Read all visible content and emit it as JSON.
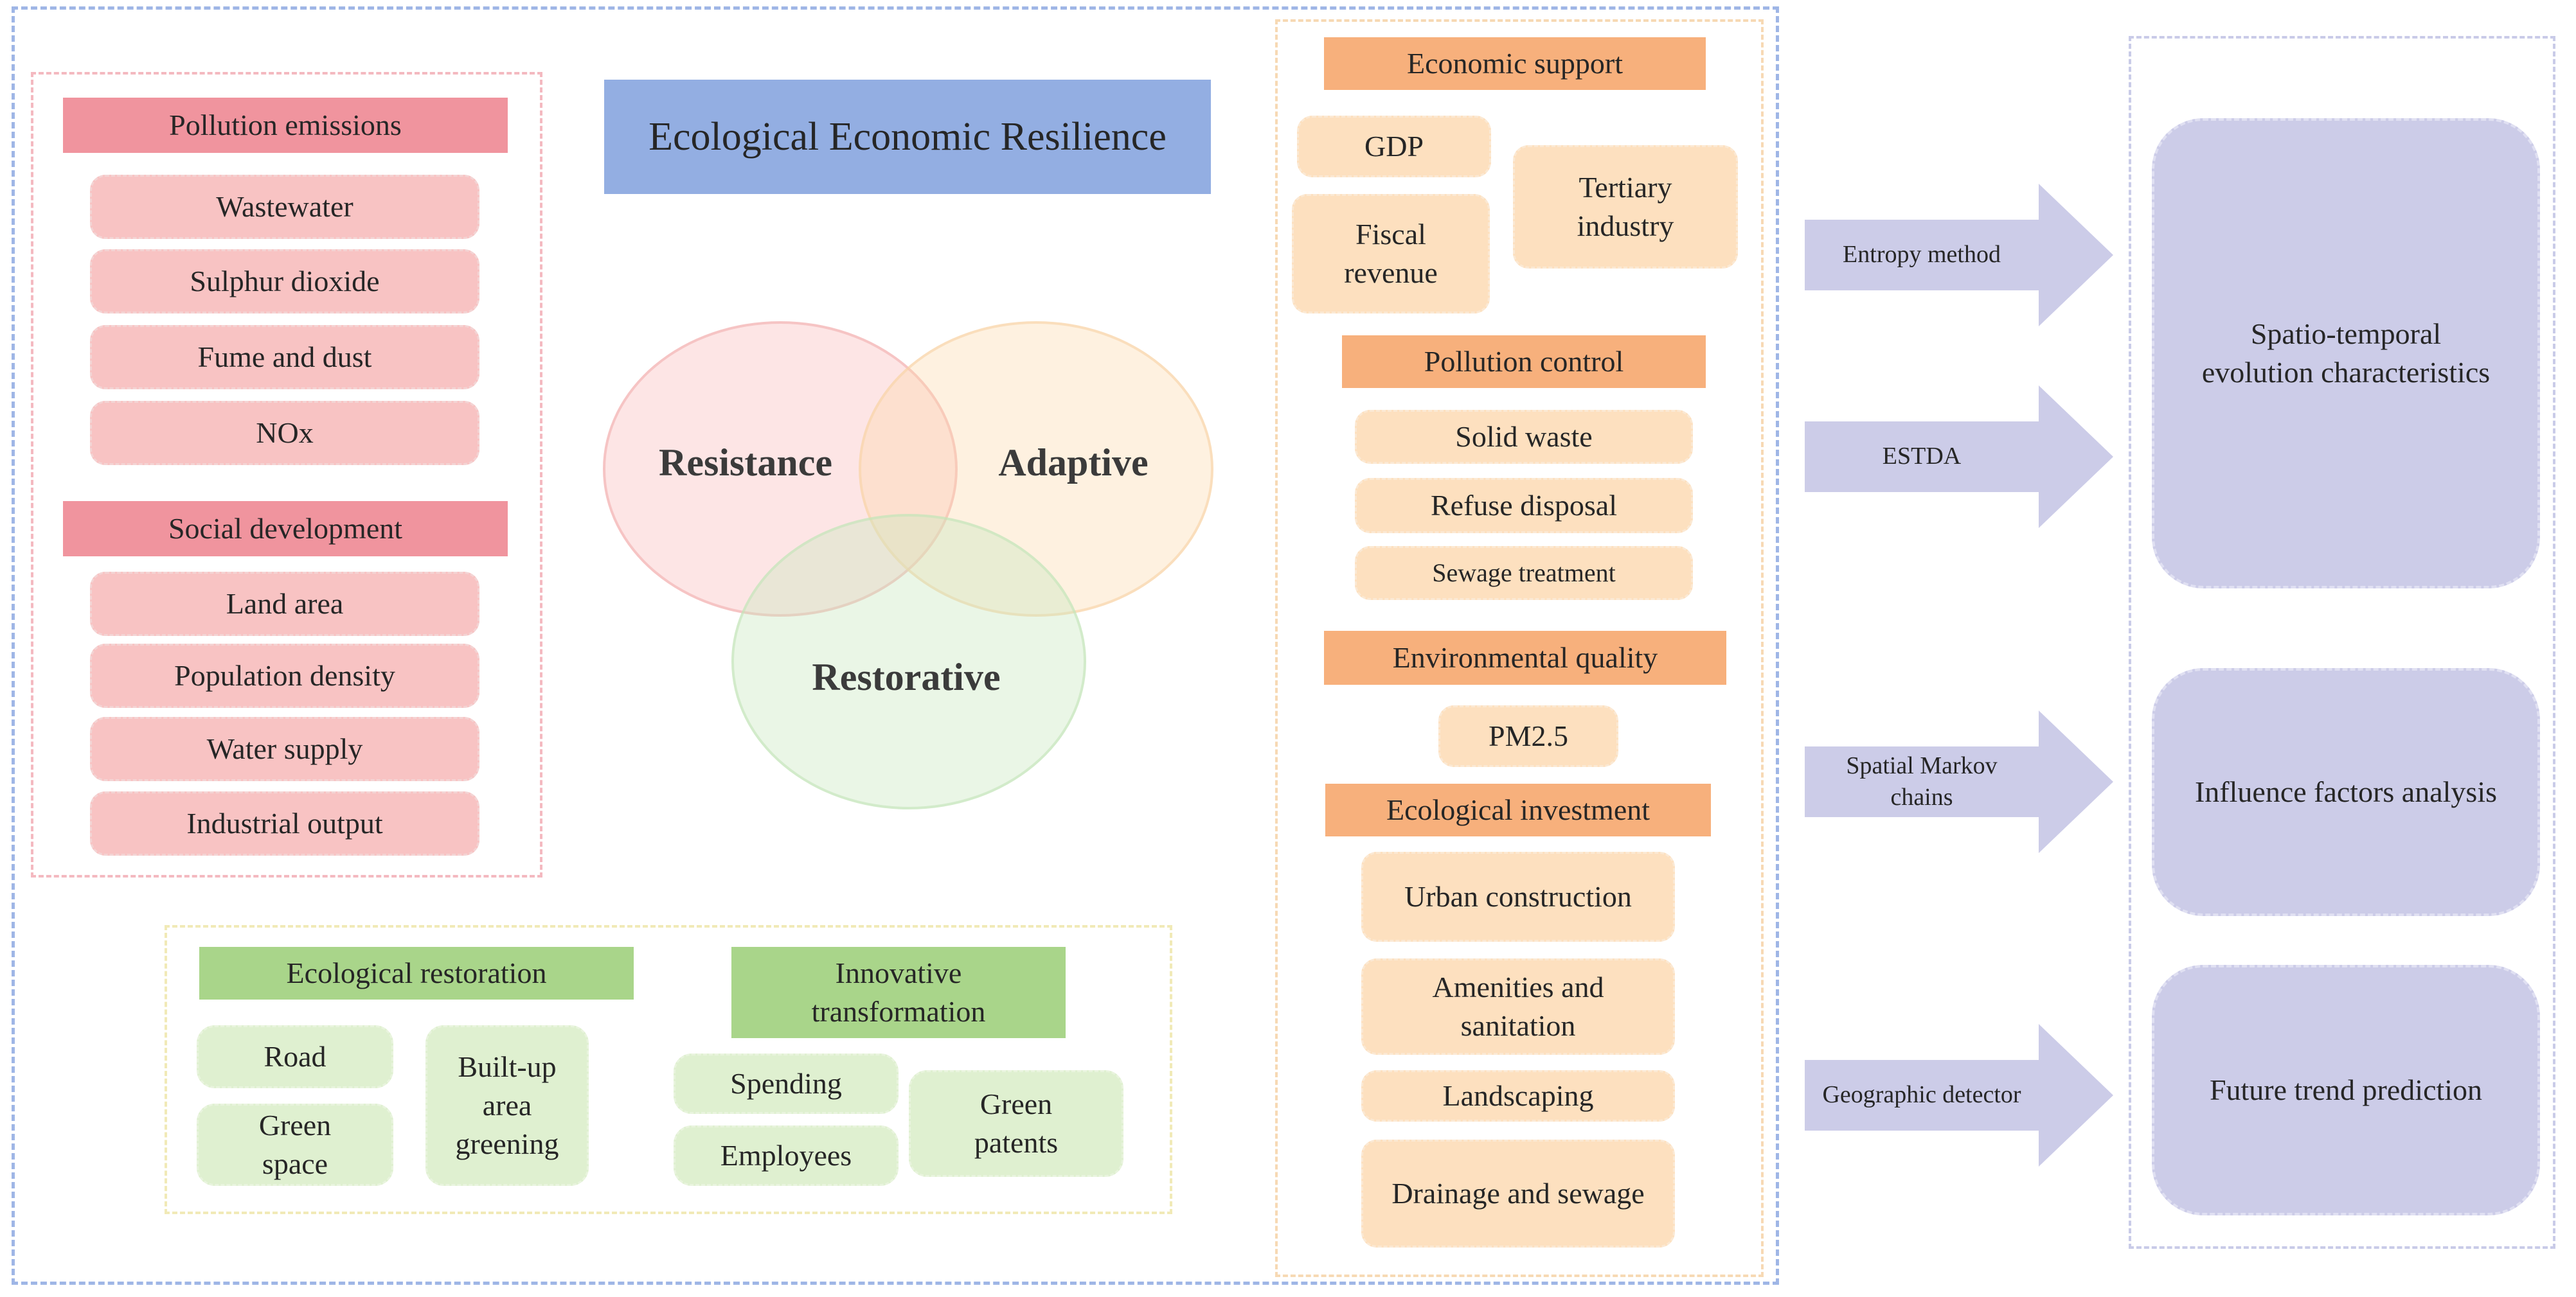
{
  "title": "Ecological Economic Resilience",
  "venn": {
    "resistance": "Resistance",
    "adaptive": "Adaptive",
    "restorative": "Restorative"
  },
  "pollution_emissions": {
    "header": "Pollution emissions",
    "items": [
      "Wastewater",
      "Sulphur dioxide",
      "Fume and dust",
      "NOx"
    ]
  },
  "social_development": {
    "header": "Social development",
    "items": [
      "Land area",
      "Population density",
      "Water supply",
      "Industrial output"
    ]
  },
  "ecological_restoration": {
    "header": "Ecological restoration",
    "road": "Road",
    "green_space": "Green space",
    "builtup_greening": "Built-up area greening"
  },
  "innovative_transformation": {
    "header": "Innovative transformation",
    "spending": "Spending",
    "employees": "Employees",
    "green_patents": "Green patents"
  },
  "economic_support": {
    "header": "Economic support",
    "gdp": "GDP",
    "fiscal_revenue": "Fiscal revenue",
    "tertiary_industry": "Tertiary industry"
  },
  "pollution_control": {
    "header": "Pollution control",
    "items": [
      "Solid waste",
      "Refuse disposal",
      "Sewage treatment"
    ]
  },
  "environmental_quality": {
    "header": "Environmental quality",
    "pm25": "PM2.5"
  },
  "ecological_investment": {
    "header": "Ecological investment",
    "items": [
      "Urban construction",
      "Amenities and sanitation",
      "Landscaping",
      "Drainage and sewage"
    ]
  },
  "methods": [
    "Entropy method",
    "ESTDA",
    "Spatial Markov chains",
    "Geographic detector"
  ],
  "outcomes": {
    "spatio_temporal": "Spatio-temporal evolution characteristics",
    "influence": "Influence factors analysis",
    "future": "Future trend prediction"
  },
  "colors": {
    "pink_header": "#f0949e",
    "pink_item": "#f8c3c3",
    "green_header": "#a9d58a",
    "green_item": "#dff0d0",
    "orange_header": "#f7b07c",
    "orange_item": "#fde0bf",
    "title_blue": "#93aee2",
    "lavender": "#cccce8"
  }
}
